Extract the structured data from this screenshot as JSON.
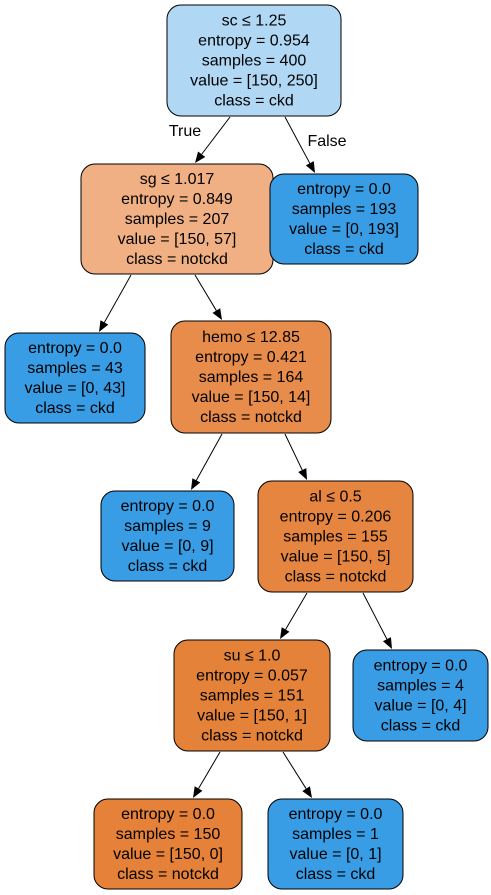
{
  "tree": {
    "nodes": [
      {
        "id": "n0",
        "lines": [
          "sc ≤ 1.25",
          "entropy = 0.954",
          "samples = 400",
          "value = [150, 250]",
          "class = ckd"
        ],
        "fill": "#b0d8f5"
      },
      {
        "id": "n1",
        "lines": [
          "sg ≤ 1.017",
          "entropy = 0.849",
          "samples = 207",
          "value = [150, 57]",
          "class = notckd"
        ],
        "fill": "#f0b083"
      },
      {
        "id": "n2",
        "lines": [
          "entropy = 0.0",
          "samples = 193",
          "value = [0, 193]",
          "class = ckd"
        ],
        "fill": "#399de5"
      },
      {
        "id": "n3",
        "lines": [
          "entropy = 0.0",
          "samples = 43",
          "value = [0, 43]",
          "class = ckd"
        ],
        "fill": "#399de5"
      },
      {
        "id": "n4",
        "lines": [
          "hemo ≤ 12.85",
          "entropy = 0.421",
          "samples = 164",
          "value = [150, 14]",
          "class = notckd"
        ],
        "fill": "#e78c4b"
      },
      {
        "id": "n5",
        "lines": [
          "entropy = 0.0",
          "samples = 9",
          "value = [0, 9]",
          "class = ckd"
        ],
        "fill": "#399de5"
      },
      {
        "id": "n6",
        "lines": [
          "al ≤ 0.5",
          "entropy = 0.206",
          "samples = 155",
          "value = [150, 5]",
          "class = notckd"
        ],
        "fill": "#e68540"
      },
      {
        "id": "n7",
        "lines": [
          "su ≤ 1.0",
          "entropy = 0.057",
          "samples = 151",
          "value = [150, 1]",
          "class = notckd"
        ],
        "fill": "#e5823a"
      },
      {
        "id": "n8",
        "lines": [
          "entropy = 0.0",
          "samples = 4",
          "value = [0, 4]",
          "class = ckd"
        ],
        "fill": "#399de5"
      },
      {
        "id": "n9",
        "lines": [
          "entropy = 0.0",
          "samples = 150",
          "value = [150, 0]",
          "class = notckd"
        ],
        "fill": "#e58139"
      },
      {
        "id": "n10",
        "lines": [
          "entropy = 0.0",
          "samples = 1",
          "value = [0, 1]",
          "class = ckd"
        ],
        "fill": "#399de5"
      }
    ],
    "edges": [
      {
        "from": "n0",
        "to": "n1",
        "label": "True"
      },
      {
        "from": "n0",
        "to": "n2",
        "label": "False"
      },
      {
        "from": "n1",
        "to": "n3",
        "label": ""
      },
      {
        "from": "n1",
        "to": "n4",
        "label": ""
      },
      {
        "from": "n4",
        "to": "n5",
        "label": ""
      },
      {
        "from": "n4",
        "to": "n6",
        "label": ""
      },
      {
        "from": "n6",
        "to": "n7",
        "label": ""
      },
      {
        "from": "n6",
        "to": "n8",
        "label": ""
      },
      {
        "from": "n7",
        "to": "n9",
        "label": ""
      },
      {
        "from": "n7",
        "to": "n10",
        "label": ""
      }
    ]
  }
}
